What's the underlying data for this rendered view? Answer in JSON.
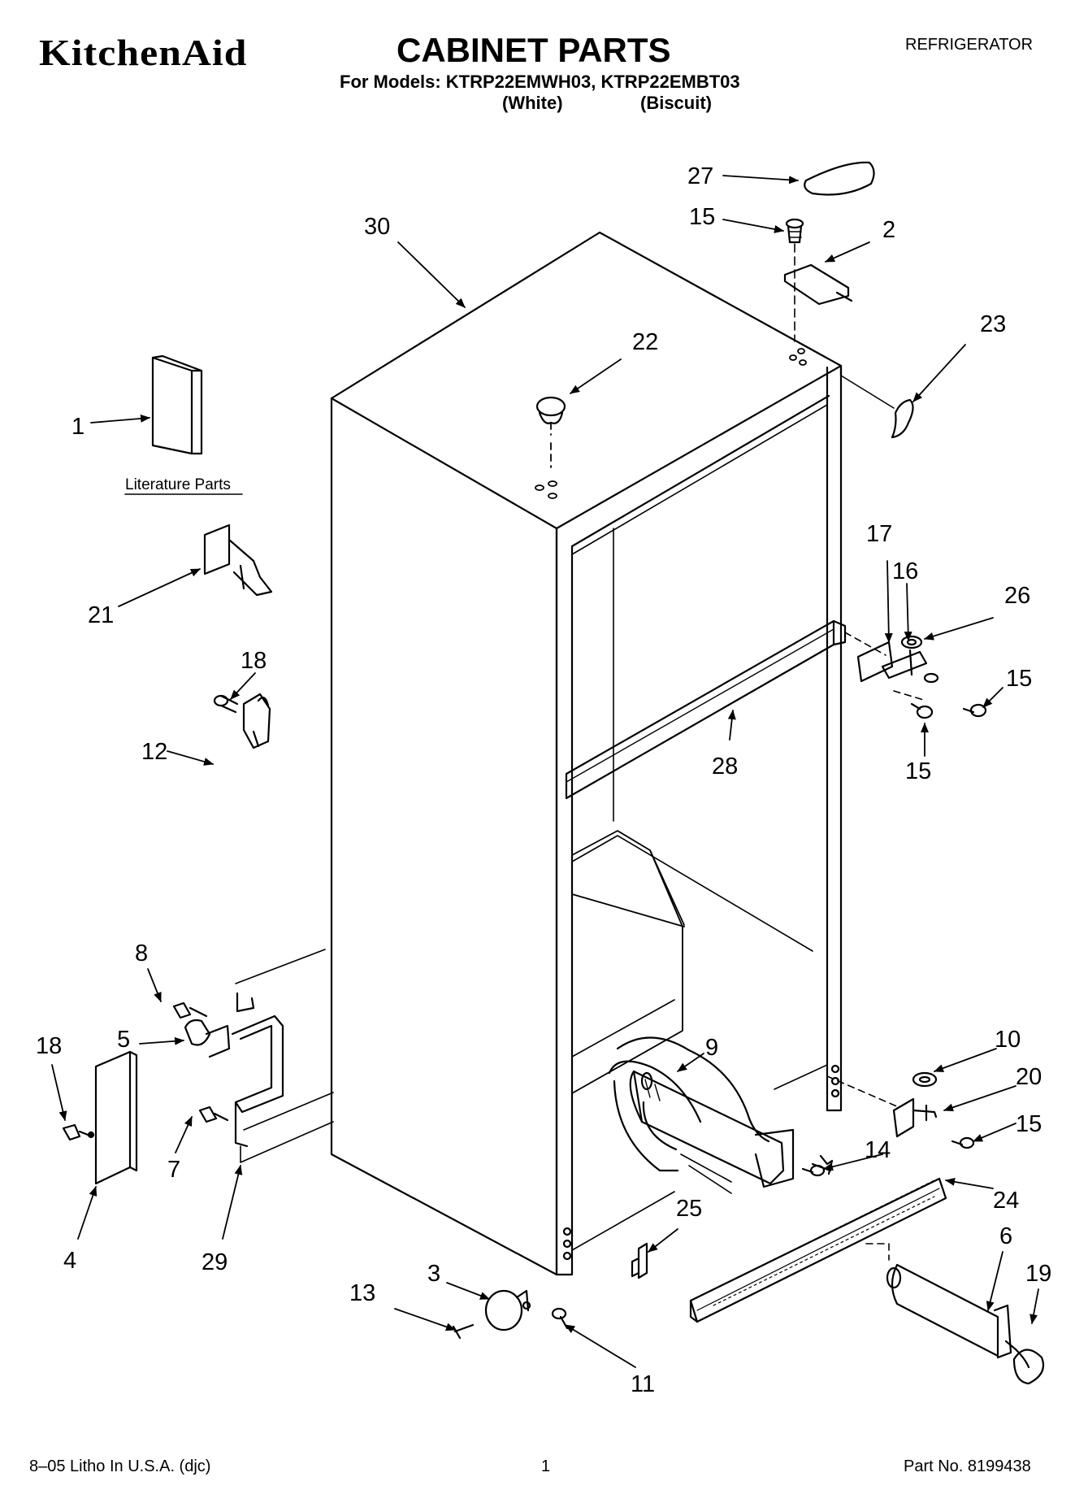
{
  "header": {
    "brand": "KitchenAid",
    "title": "CABINET PARTS",
    "category": "REFRIGERATOR",
    "models_line": "For Models: KTRP22EMWH03, KTRP22EMBT03",
    "variant_white": "(White)",
    "variant_biscuit": "(Biscuit)"
  },
  "diagram": {
    "literature_label": "Literature Parts",
    "callouts": {
      "c30": "30",
      "c27": "27",
      "c15a": "15",
      "c2": "2",
      "c22": "22",
      "c23": "23",
      "c1": "1",
      "c21": "21",
      "c17": "17",
      "c16": "16",
      "c26": "26",
      "c15b": "15",
      "c15c": "15",
      "c28": "28",
      "c18a": "18",
      "c12": "12",
      "c8": "8",
      "c5": "5",
      "c18b": "18",
      "c9": "9",
      "c10": "10",
      "c20": "20",
      "c15d": "15",
      "c14": "14",
      "c24": "24",
      "c7": "7",
      "c4": "4",
      "c29": "29",
      "c25": "25",
      "c6": "6",
      "c19": "19",
      "c3": "3",
      "c13": "13",
      "c11": "11"
    }
  },
  "footer": {
    "litho": "8–05 Litho In U.S.A. (djc)",
    "page": "1",
    "part_no": "Part No. 8199438"
  }
}
